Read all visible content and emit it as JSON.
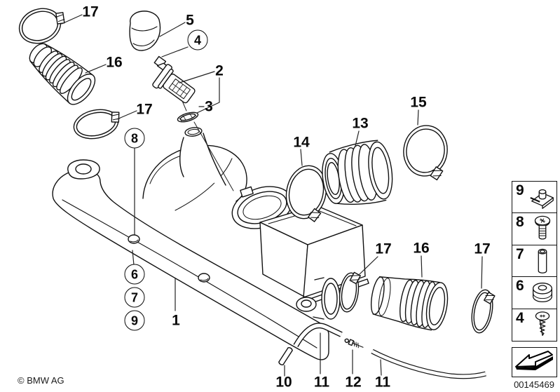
{
  "page": {
    "background": "#ffffff",
    "line_color": "#111111",
    "copyright": "© BMW AG",
    "image_number": "00145469"
  },
  "callouts": {
    "plain": [
      {
        "id": "17-top-left",
        "label": "17"
      },
      {
        "id": "16-top-left",
        "label": "16"
      },
      {
        "id": "17-mid-left",
        "label": "17"
      },
      {
        "id": "5",
        "label": "5"
      },
      {
        "id": "2",
        "label": "2"
      },
      {
        "id": "3",
        "label": "3"
      },
      {
        "id": "14",
        "label": "14"
      },
      {
        "id": "13",
        "label": "13"
      },
      {
        "id": "15",
        "label": "15"
      },
      {
        "id": "17-outlet",
        "label": "17"
      },
      {
        "id": "16-bottom-right",
        "label": "16"
      },
      {
        "id": "17-bottom-right",
        "label": "17"
      },
      {
        "id": "1",
        "label": "1"
      },
      {
        "id": "10",
        "label": "10"
      },
      {
        "id": "11-elbow",
        "label": "11"
      },
      {
        "id": "12",
        "label": "12"
      },
      {
        "id": "11-long",
        "label": "11"
      }
    ],
    "circled": [
      {
        "id": "4",
        "label": "4"
      },
      {
        "id": "8",
        "label": "8"
      },
      {
        "id": "6",
        "label": "6"
      },
      {
        "id": "7",
        "label": "7"
      },
      {
        "id": "9",
        "label": "9"
      }
    ]
  },
  "legend": {
    "rows": [
      {
        "label": "9",
        "icon": "clip-nut-icon"
      },
      {
        "label": "8",
        "icon": "torx-screw-icon"
      },
      {
        "label": "7",
        "icon": "spacer-sleeve-icon"
      },
      {
        "label": "6",
        "icon": "rubber-grommet-icon"
      },
      {
        "label": "4",
        "icon": "self-tapping-screw-icon"
      }
    ],
    "arrow_icon": "direction-arrow-icon"
  }
}
